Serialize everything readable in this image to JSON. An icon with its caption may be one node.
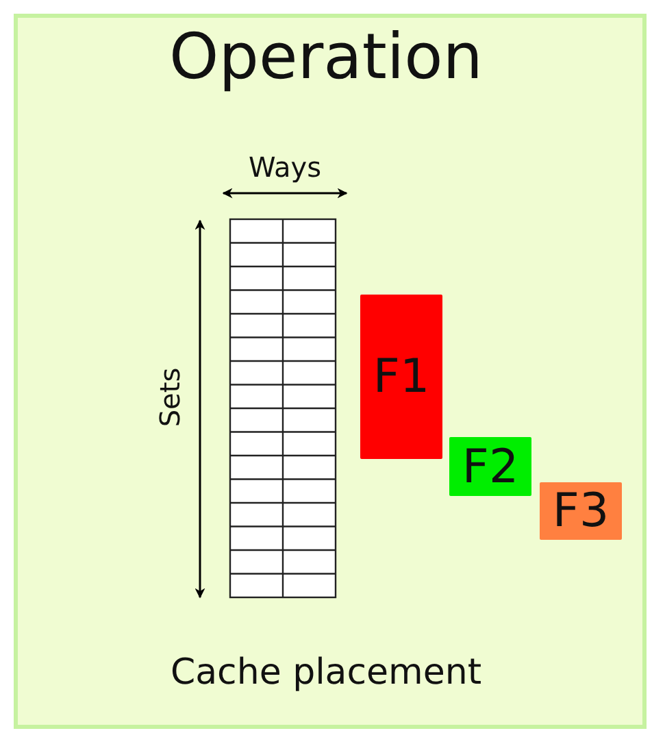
{
  "diagram": {
    "title": "Operation",
    "caption": "Cache placement",
    "nodes": [
      {
        "text": [
          "F1"
        ]
      },
      {
        "text": [
          "F2"
        ]
      },
      {
        "text": [
          "F3"
        ]
      }
    ],
    "labels": [
      "Ways",
      "Sets"
    ]
  }
}
